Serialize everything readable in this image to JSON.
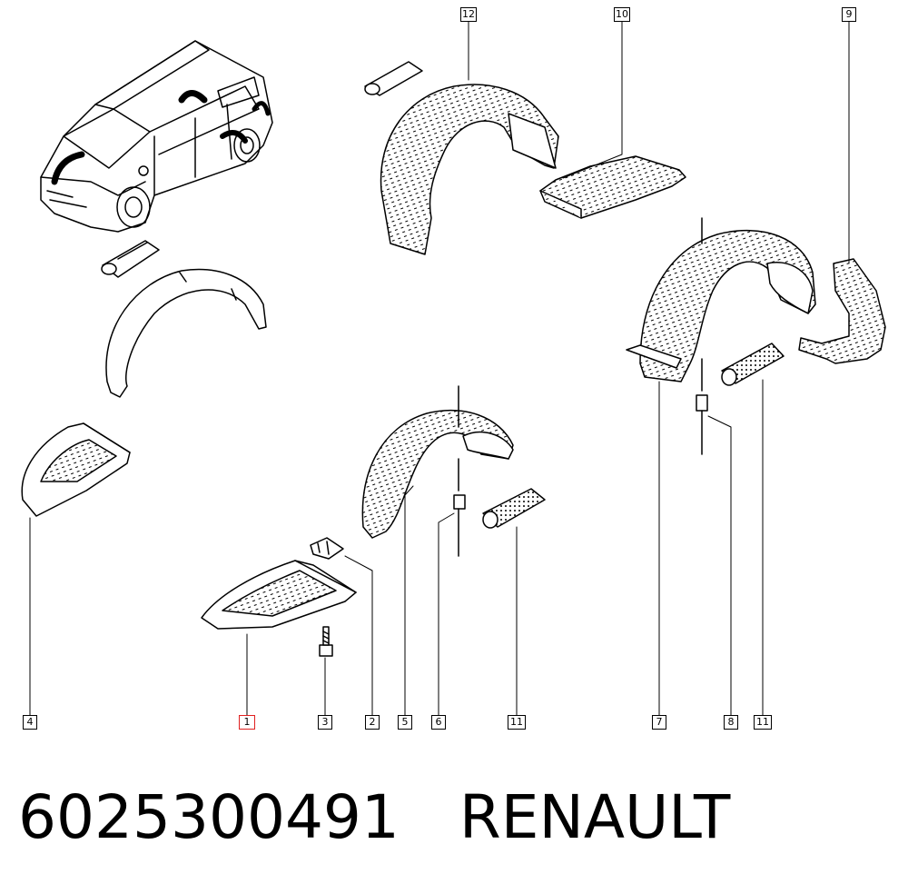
{
  "caption": {
    "part_number": "6025300491",
    "brand": "RENAULT"
  },
  "callouts": [
    {
      "id": "callout-12-top",
      "label": "12"
    },
    {
      "id": "callout-10",
      "label": "10"
    },
    {
      "id": "callout-9",
      "label": "9"
    },
    {
      "id": "callout-4",
      "label": "4"
    },
    {
      "id": "callout-1",
      "label": "1",
      "selected": true
    },
    {
      "id": "callout-3",
      "label": "3"
    },
    {
      "id": "callout-2",
      "label": "2"
    },
    {
      "id": "callout-5",
      "label": "5"
    },
    {
      "id": "callout-6",
      "label": "6"
    },
    {
      "id": "callout-11-mid",
      "label": "11"
    },
    {
      "id": "callout-7",
      "label": "7"
    },
    {
      "id": "callout-8",
      "label": "8"
    },
    {
      "id": "callout-11-right",
      "label": "11"
    }
  ],
  "colors": {
    "line": "#000000",
    "fill": "#ffffff",
    "highlight": "#e02020"
  }
}
